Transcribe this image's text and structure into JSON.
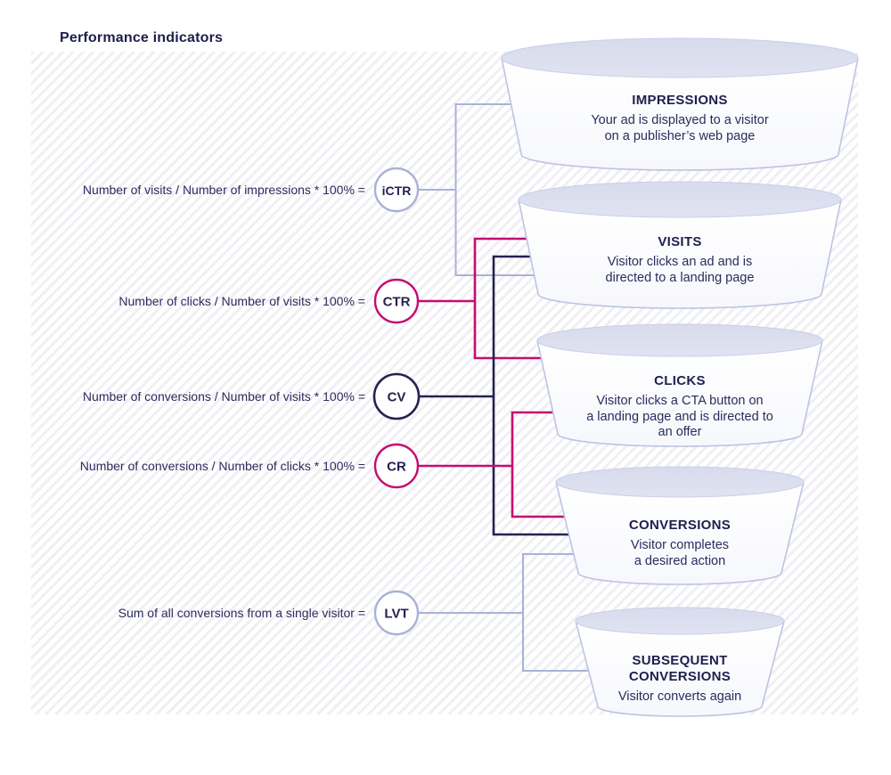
{
  "title": "Performance indicators",
  "colors": {
    "navy": "#232251",
    "magenta": "#C40D6E",
    "lavender": "#A9B2D6",
    "funnel_border": "#BCC4E4",
    "funnel_top_fill": "#DBDEEF",
    "stripe": "#F0EFF3",
    "text": "#2B2B5E"
  },
  "indicators": [
    {
      "id": "ictr",
      "formula": "Number of visits / Number of impressions * 100% =",
      "label": "iCTR",
      "color": "lavender",
      "connects": [
        "IMPRESSIONS",
        "VISITS"
      ]
    },
    {
      "id": "ctr",
      "formula": "Number of clicks / Number of visits * 100% =",
      "label": "CTR",
      "color": "magenta",
      "connects": [
        "VISITS",
        "CLICKS"
      ]
    },
    {
      "id": "cv",
      "formula": "Number of conversions / Number of visits * 100% =",
      "label": "CV",
      "color": "navy",
      "connects": [
        "VISITS",
        "CONVERSIONS"
      ]
    },
    {
      "id": "cr",
      "formula": "Number of conversions / Number of clicks * 100% =",
      "label": "CR",
      "color": "magenta",
      "connects": [
        "CLICKS",
        "CONVERSIONS"
      ]
    },
    {
      "id": "lvt",
      "formula": "Sum of all conversions from a single visitor =",
      "label": "LVT",
      "color": "lavender",
      "connects": [
        "CONVERSIONS",
        "SUBSEQUENT CONVERSIONS"
      ]
    }
  ],
  "funnel": [
    {
      "title": "IMPRESSIONS",
      "description": "Your ad is displayed to a visitor\non a publisher’s web page"
    },
    {
      "title": "VISITS",
      "description": "Visitor clicks an ad and is\ndirected to a landing page"
    },
    {
      "title": "CLICKS",
      "description": "Visitor clicks a CTA button on\na landing page and is directed to\nan offer"
    },
    {
      "title": "CONVERSIONS",
      "description": "Visitor completes\na desired action"
    },
    {
      "title": "SUBSEQUENT\nCONVERSIONS",
      "description": "Visitor converts again"
    }
  ]
}
